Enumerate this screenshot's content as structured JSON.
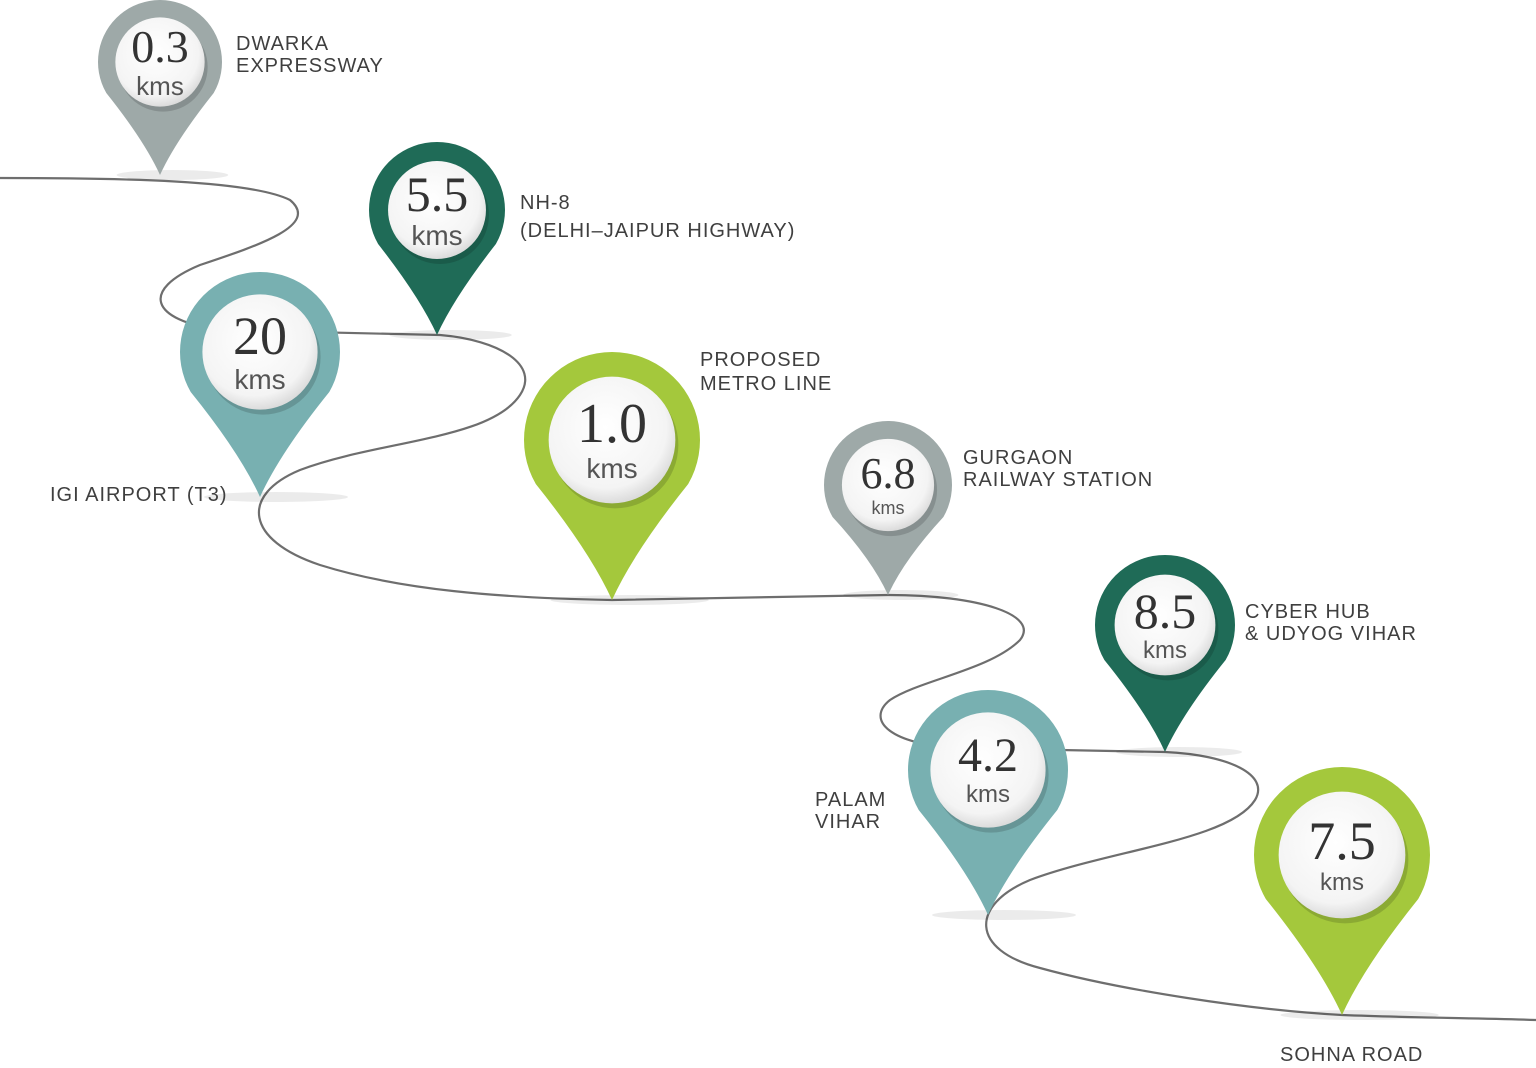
{
  "colors": {
    "grey": "#9ea9a8",
    "dark_green": "#1f6b57",
    "teal": "#78b0b1",
    "lime": "#a4c83c",
    "road": "#6e6e6e",
    "text": "#3f3f3f"
  },
  "pins": [
    {
      "id": "dwarka",
      "value": "0.3",
      "unit": "kms",
      "label": [
        "DWARKA",
        "EXPRESSWAY"
      ],
      "color": "#9ea9a8"
    },
    {
      "id": "nh8",
      "value": "5.5",
      "unit": "kms",
      "label": [
        "NH-8",
        "(DELHI–JAIPUR HIGHWAY)"
      ],
      "color": "#1f6b57"
    },
    {
      "id": "igi",
      "value": "20",
      "unit": "kms",
      "label": [
        "IGI AIRPORT (T3)"
      ],
      "color": "#78b0b1"
    },
    {
      "id": "metro",
      "value": "1.0",
      "unit": "kms",
      "label": [
        "PROPOSED",
        "METRO LINE"
      ],
      "color": "#a4c83c"
    },
    {
      "id": "railway",
      "value": "6.8",
      "unit": "kms",
      "label": [
        "GURGAON",
        "RAILWAY STATION"
      ],
      "color": "#9ea9a8"
    },
    {
      "id": "cyberhub",
      "value": "8.5",
      "unit": "kms",
      "label": [
        "CYBER HUB",
        "& UDYOG VIHAR"
      ],
      "color": "#1f6b57"
    },
    {
      "id": "palam",
      "value": "4.2",
      "unit": "kms",
      "label": [
        "PALAM",
        "VIHAR"
      ],
      "color": "#78b0b1"
    },
    {
      "id": "sohna",
      "value": "7.5",
      "unit": "kms",
      "label": [
        "SOHNA ROAD"
      ],
      "color": "#a4c83c"
    }
  ]
}
